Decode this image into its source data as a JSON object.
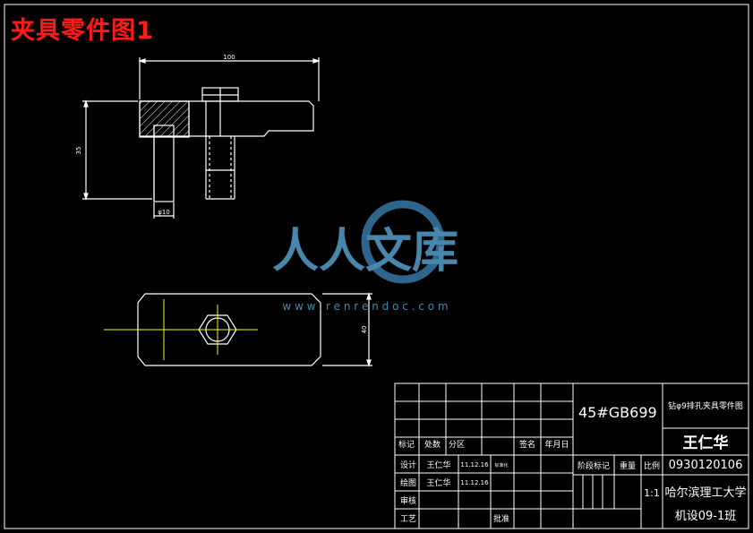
{
  "title": "夹具零件图1",
  "dimensions": {
    "length": "100",
    "height": "35",
    "diameter": "φ10",
    "width": "40"
  },
  "watermark": {
    "text": "人人文库",
    "url": "w w w . r e n r e n d o c . c o m"
  },
  "title_block": {
    "material": "45#GB699",
    "drawing_name": "钻φ9排孔夹具零件图",
    "designer_name": "王仁华",
    "student_id": "0930120106",
    "university": "哈尔滨理工大学",
    "class_name": "机设09-1班",
    "scale": "1:1",
    "labels": {
      "mark": "标记",
      "count": "处数",
      "zone": "分区",
      "signature": "签名",
      "date": "年月日",
      "design": "设计",
      "drawing": "绘图",
      "review": "审核",
      "process": "工艺",
      "approve": "批准",
      "stage_mark": "阶段标记",
      "weight": "重量",
      "ratio": "比例"
    },
    "entries": {
      "designer": "王仁华",
      "designer_date": "11.12.16",
      "drafter": "王仁华",
      "drafter_date": "11.12.16",
      "standardize": "标准化"
    }
  },
  "colors": {
    "outline": "#ffffff",
    "hatch": "#ffffff",
    "centerline": "#ffff00",
    "title": "#ff1a1a",
    "watermark": "#5aa8d8"
  }
}
